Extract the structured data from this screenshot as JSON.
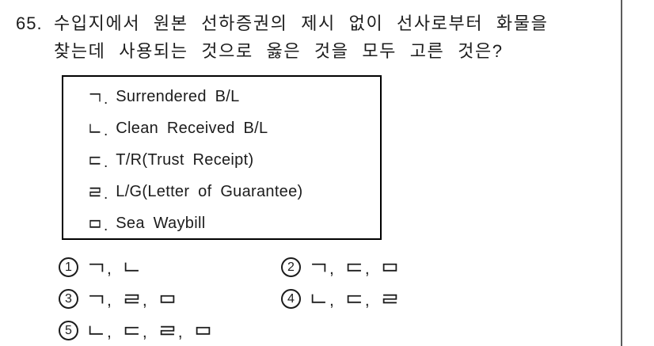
{
  "colors": {
    "text": "#1c1c1c",
    "box_border": "#000000",
    "divider": "#5d5d5d",
    "background": "#ffffff"
  },
  "question": {
    "number": "65.",
    "line1": "수입지에서 원본 선하증권의 제시 없이 선사로부터 화물을",
    "line2": "찾는데 사용되는 것으로 옳은 것을 모두 고른 것은?"
  },
  "choice_box": {
    "items": [
      {
        "marker": "ㄱ",
        "text": "Surrendered B/L"
      },
      {
        "marker": "ㄴ",
        "text": "Clean Received B/L"
      },
      {
        "marker": "ㄷ",
        "text": "T/R(Trust Receipt)"
      },
      {
        "marker": "ㄹ",
        "text": "L/G(Letter of Guarantee)"
      },
      {
        "marker": "ㅁ",
        "text": "Sea Waybill"
      }
    ]
  },
  "options": [
    {
      "number": "1",
      "markers": [
        "ㄱ",
        "ㄴ"
      ]
    },
    {
      "number": "2",
      "markers": [
        "ㄱ",
        "ㄷ",
        "ㅁ"
      ]
    },
    {
      "number": "3",
      "markers": [
        "ㄱ",
        "ㄹ",
        "ㅁ"
      ]
    },
    {
      "number": "4",
      "markers": [
        "ㄴ",
        "ㄷ",
        "ㄹ"
      ]
    },
    {
      "number": "5",
      "markers": [
        "ㄴ",
        "ㄷ",
        "ㄹ",
        "ㅁ"
      ]
    }
  ]
}
